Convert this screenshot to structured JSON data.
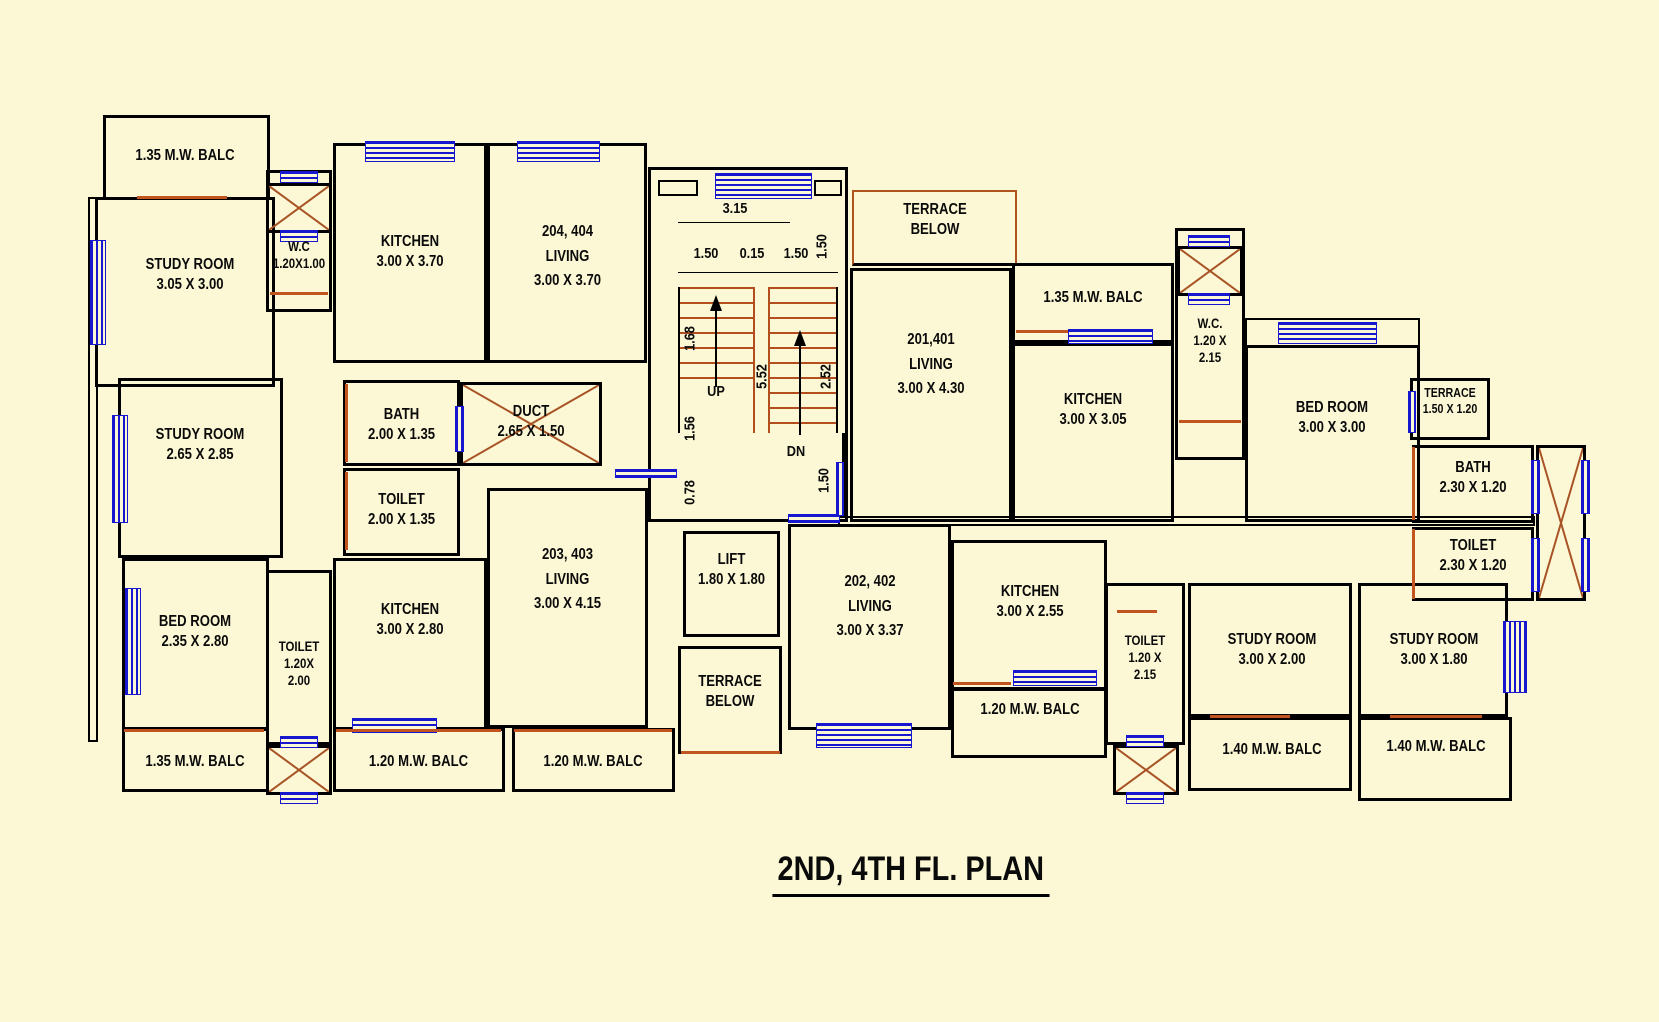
{
  "title": {
    "text": "2ND, 4TH FL. PLAN"
  },
  "colors": {
    "background": "#fcf8d5",
    "wall": "#000000",
    "window": "#1717cf",
    "door_accent": "#b0541e"
  },
  "rooms": {
    "balc_tl": {
      "lines": [
        "1.35 M.W. BALC"
      ]
    },
    "study_tl": {
      "lines": [
        "STUDY ROOM",
        "3.05 X 3.00"
      ]
    },
    "wc_left": {
      "lines": [
        "W.C",
        "1.20X1.00"
      ]
    },
    "kitchen_204": {
      "lines": [
        "KITCHEN",
        "3.00 X 3.70"
      ]
    },
    "living_204": {
      "lines": [
        "204, 404",
        "LIVING",
        "3.00 X 3.70"
      ]
    },
    "study_ml": {
      "lines": [
        "STUDY ROOM",
        "2.65 X 2.85"
      ]
    },
    "bath_left": {
      "lines": [
        "BATH",
        "2.00 X 1.35"
      ]
    },
    "duct_left": {
      "lines": [
        "DUCT",
        "2.65 X 1.50"
      ]
    },
    "toilet_ml": {
      "lines": [
        "TOILET",
        "2.00 X 1.35"
      ]
    },
    "bed_bl": {
      "lines": [
        "BED ROOM",
        "2.35 X 2.80"
      ]
    },
    "toilet_bl": {
      "lines": [
        "TOILET",
        "1.20X",
        "2.00"
      ]
    },
    "kitchen_203": {
      "lines": [
        "KITCHEN",
        "3.00 X 2.80"
      ]
    },
    "living_203": {
      "lines": [
        "203, 403",
        "LIVING",
        "3.00 X 4.15"
      ]
    },
    "balc_bl1": {
      "lines": [
        "1.35 M.W. BALC"
      ]
    },
    "balc_bl2": {
      "lines": [
        "1.20 M.W. BALC"
      ]
    },
    "balc_bl3": {
      "lines": [
        "1.20 M.W. BALC"
      ]
    },
    "lift": {
      "lines": [
        "LIFT",
        "1.80 X 1.80"
      ]
    },
    "terrace_bot": {
      "lines": [
        "TERRACE",
        "BELOW"
      ]
    },
    "terrace_top": {
      "lines": [
        "TERRACE",
        "BELOW"
      ]
    },
    "living_201": {
      "lines": [
        "201,401",
        "LIVING",
        "3.00 X 4.30"
      ]
    },
    "balc_tr": {
      "lines": [
        "1.35 M.W. BALC"
      ]
    },
    "kitchen_201": {
      "lines": [
        "KITCHEN",
        "3.00 X 3.05"
      ]
    },
    "wc_right": {
      "lines": [
        "W.C.",
        "1.20 X",
        "2.15"
      ]
    },
    "bed_r": {
      "lines": [
        "BED ROOM",
        "3.00 X 3.00"
      ]
    },
    "terrace_r": {
      "lines": [
        "TERRACE",
        "1.50 X 1.20"
      ]
    },
    "bath_r": {
      "lines": [
        "BATH",
        "2.30 X 1.20"
      ]
    },
    "toilet_r": {
      "lines": [
        "TOILET",
        "2.30 X 1.20"
      ]
    },
    "living_202": {
      "lines": [
        "202, 402",
        "LIVING",
        "3.00 X 3.37"
      ]
    },
    "kitchen_202": {
      "lines": [
        "KITCHEN",
        "3.00 X 2.55"
      ]
    },
    "balc_202": {
      "lines": [
        "1.20 M.W. BALC"
      ]
    },
    "toilet_br": {
      "lines": [
        "TOILET",
        "1.20 X",
        "2.15"
      ]
    },
    "study_br1": {
      "lines": [
        "STUDY ROOM",
        "3.00 X 2.00"
      ]
    },
    "study_br2": {
      "lines": [
        "STUDY ROOM",
        "3.00 X 1.80"
      ]
    },
    "balc_br1": {
      "lines": [
        "1.40 M.W. BALC"
      ]
    },
    "balc_br2": {
      "lines": [
        "1.40 M.W. BALC"
      ]
    }
  },
  "stairs": {
    "top_width": "3.15",
    "run_left": "1.50",
    "run_mid": "0.15",
    "run_right": "1.50",
    "landing_right": "1.50",
    "up_run": "1.68",
    "stair_len": "5.52",
    "dn_run": "2.52",
    "lobby_a": "1.56",
    "lobby_b": "0.78",
    "dn_bottom": "1.50",
    "up_label": "UP",
    "dn_label": "DN"
  }
}
